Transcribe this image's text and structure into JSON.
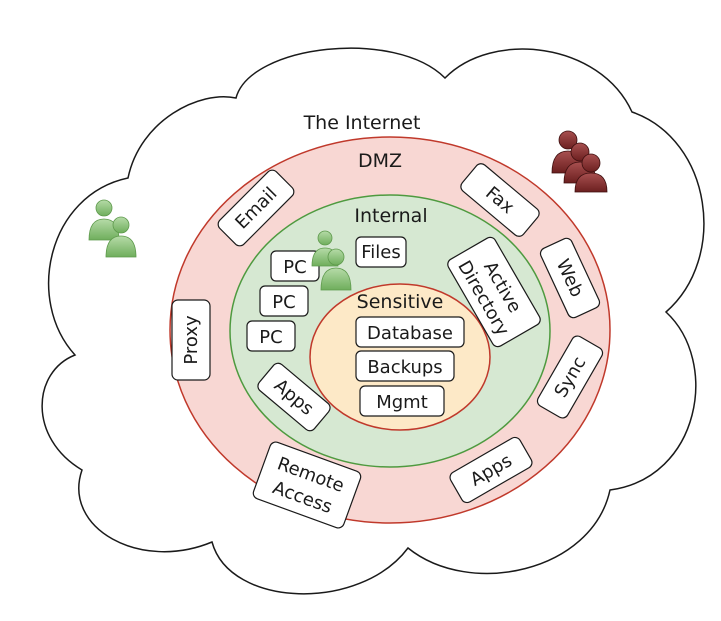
{
  "diagram": {
    "zones": {
      "internet": {
        "label": "The Internet"
      },
      "dmz": {
        "label": "DMZ",
        "fill": "#f8d7d3",
        "stroke": "#c0392b"
      },
      "internal": {
        "label": "Internal",
        "fill": "#d6e8d2",
        "stroke": "#4e9a3f"
      },
      "sensitive": {
        "label": "Sensitive",
        "fill": "#fde9c7",
        "stroke": "#c0392b"
      }
    },
    "dmz_services": {
      "email": "Email",
      "fax": "Fax",
      "web": "Web",
      "sync": "Sync",
      "apps": "Apps",
      "remote_access": [
        "Remote",
        "Access"
      ],
      "proxy": "Proxy"
    },
    "internal_services": {
      "files": "Files",
      "pc1": "PC",
      "pc2": "PC",
      "pc3": "PC",
      "active_directory": [
        "Active",
        "Directory"
      ],
      "apps": "Apps"
    },
    "sensitive_services": {
      "database": "Database",
      "backups": "Backups",
      "mgmt": "Mgmt"
    },
    "actors": {
      "trusted_users_color": "#8cc47a",
      "internal_user_color": "#8cc47a",
      "threat_actors_color": "#8b2a2a"
    }
  }
}
